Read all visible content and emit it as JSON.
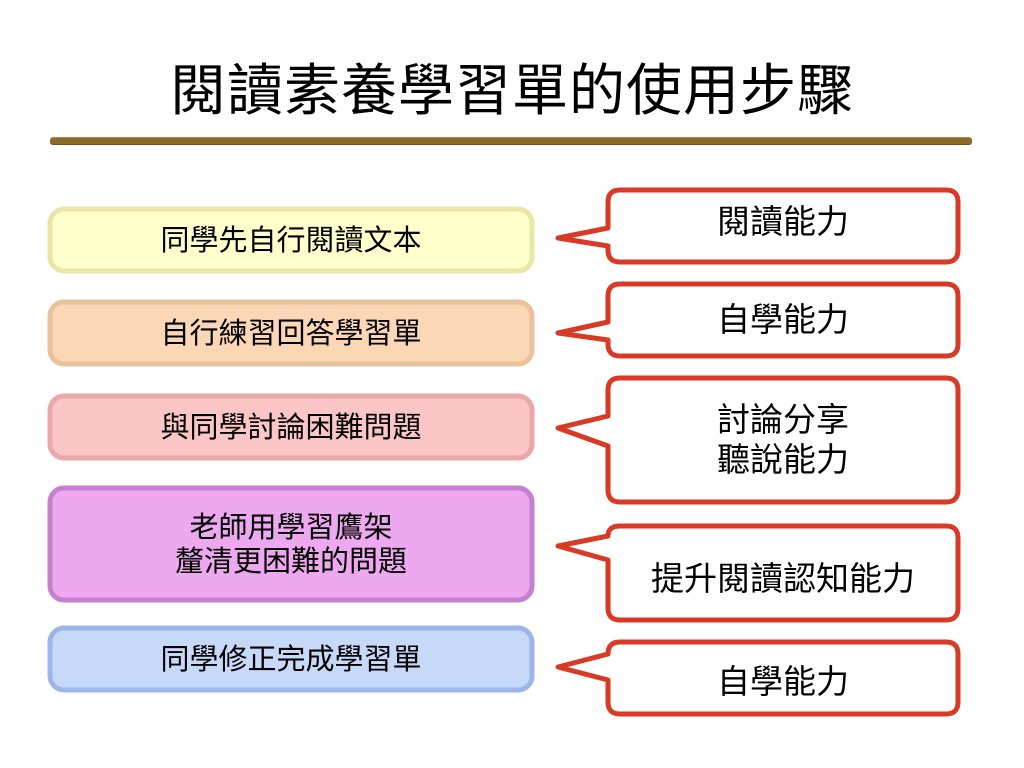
{
  "title": "閱讀素養學習單的使用步驟",
  "colors": {
    "rule": "#8c6a2a",
    "callout_border": "#d93a26",
    "step_fills": [
      "#ffffcc",
      "#fcd7b6",
      "#fcc6c6",
      "#eea8f0",
      "#c7d9f8"
    ],
    "step_borders": [
      "#e9e6a8",
      "#e9c29c",
      "#eaa8a8",
      "#c77fd0",
      "#9cb6ea"
    ]
  },
  "steps": [
    {
      "label": "同學先自行閱讀文本"
    },
    {
      "label": "自行練習回答學習單"
    },
    {
      "label": "與同學討論困難問題"
    },
    {
      "label": "老師用學習鷹架\n釐清更困難的問題"
    },
    {
      "label": "同學修正完成學習單"
    }
  ],
  "abilities": [
    {
      "label": "閱讀能力"
    },
    {
      "label": "自學能力"
    },
    {
      "label": "討論分享\n聽說能力"
    },
    {
      "label": "提升閱讀認知能力"
    },
    {
      "label": "自學能力"
    }
  ]
}
